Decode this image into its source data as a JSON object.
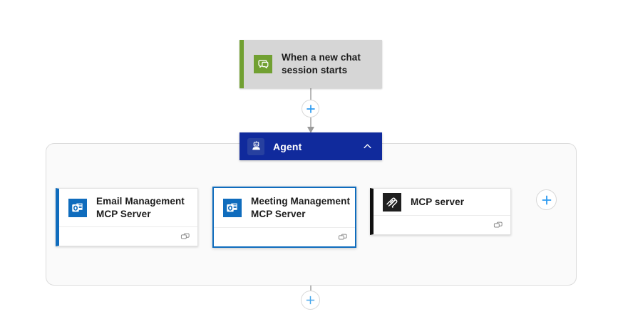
{
  "canvas": {
    "background": "#ffffff",
    "accent_blue": "#0f6cbd",
    "agent_blue": "#102a9c",
    "trigger_green": "#71a032",
    "mcp_black": "#1f1f1f",
    "connector_gray": "#9a9a9a"
  },
  "trigger": {
    "title": "When a new chat session starts",
    "icon": "chat-bubble-icon",
    "accent_color": "#71a032"
  },
  "agent": {
    "title": "Agent",
    "icon": "robot-icon",
    "collapse_icon": "chevron-up-icon",
    "color": "#102a9c"
  },
  "tools": [
    {
      "title": "Email Management MCP Server",
      "icon": "outlook-icon",
      "accent_color": "#0f6cbd",
      "selected": false,
      "footer_icon": "copy-icon"
    },
    {
      "title": "Meeting Management MCP Server",
      "icon": "outlook-icon",
      "accent_color": "#0f6cbd",
      "selected": true,
      "footer_icon": "copy-icon"
    },
    {
      "title": "MCP server",
      "icon": "mcp-logo-icon",
      "accent_color": "#111111",
      "selected": false,
      "footer_icon": "copy-icon"
    }
  ],
  "add_buttons": {
    "after_trigger_label": "+",
    "add_tool_label": "+",
    "after_agent_label": "+"
  }
}
